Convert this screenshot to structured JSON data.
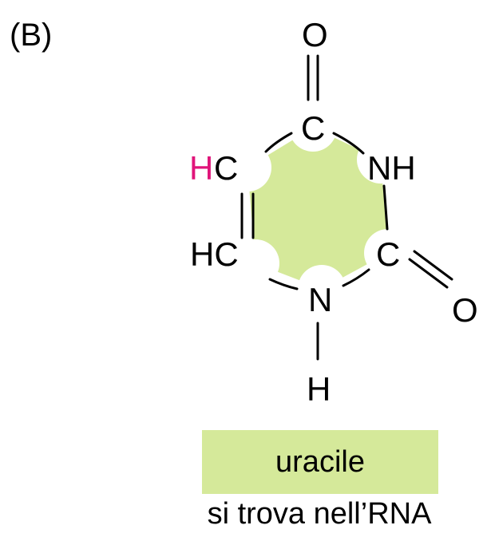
{
  "panel": {
    "label": "(B)"
  },
  "molecule": {
    "atoms": {
      "o_top": "O",
      "c_top": "C",
      "h_left_upper": "H",
      "c_left_upper": "C",
      "nh_right": "NH",
      "c_left_lower": "HC",
      "c_right_lower": "C",
      "o_right": "O",
      "n_bottom": "N",
      "h_bottom": "H"
    }
  },
  "name_box": {
    "text": "uracile"
  },
  "caption": {
    "text": "si trova nell’RNA"
  },
  "colors": {
    "ring_fill": "#d5e99a",
    "highlight_h": "#e0157a",
    "text": "#000000",
    "label_box": "#d5e99a"
  }
}
